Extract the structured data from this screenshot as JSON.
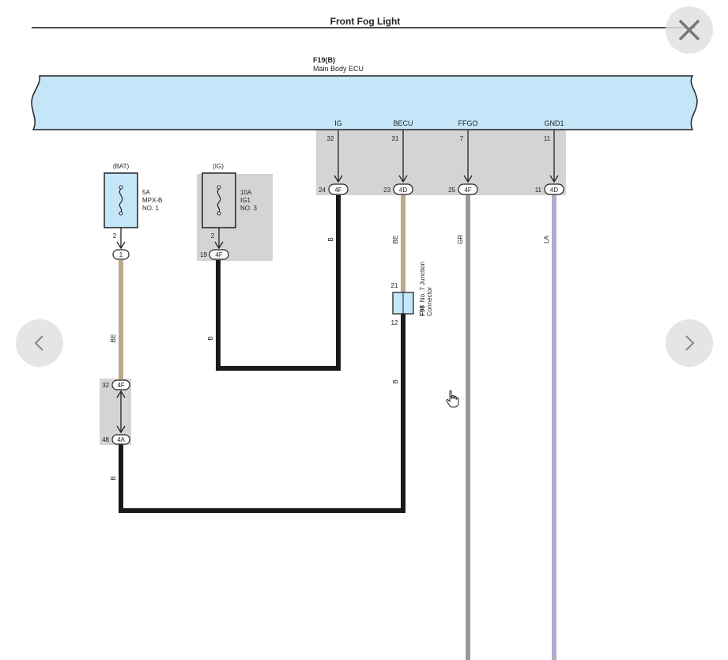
{
  "title": "Front Fog Light",
  "ecu": {
    "code": "F19(B)",
    "name": "Main Body ECU"
  },
  "ecu_terminals": [
    {
      "name": "IG",
      "pin": "32",
      "connector_pin": "24",
      "connector": "4F",
      "wire": "B"
    },
    {
      "name": "BECU",
      "pin": "31",
      "connector_pin": "23",
      "connector": "4D",
      "wire": "BE"
    },
    {
      "name": "FFGO",
      "pin": "7",
      "connector_pin": "25",
      "connector": "4F",
      "wire": "GR"
    },
    {
      "name": "GND1",
      "pin": "11",
      "connector_pin": "11",
      "connector": "4D",
      "wire": "LA"
    }
  ],
  "fuse_bat": {
    "header": "(BAT)",
    "amp": "5A",
    "name": "MPX-B",
    "number": "NO. 1",
    "pin": "2",
    "connector": "1"
  },
  "fuse_ig": {
    "header": "(IG)",
    "amp": "10A",
    "name": "IG1",
    "number": "NO. 3",
    "pin": "2",
    "connector_pin": "19",
    "connector": "4F"
  },
  "junction": {
    "code": "F98",
    "line1": "No. 7 Junction",
    "line2": "Connector",
    "pin_top": "21",
    "pin_bottom": "12"
  },
  "splice": {
    "pin_top": "32",
    "conn_top": "4F",
    "pin_bottom": "48",
    "conn_bottom": "4A"
  },
  "wire_labels": {
    "bat_be": "BE",
    "splice_b": "B",
    "ig_b": "B",
    "ecu_ig_b": "B",
    "becu_be": "BE",
    "junction_b": "B",
    "ffgo_gr": "GR",
    "gnd_la": "LA"
  },
  "colors": {
    "ecu_fill": "#c4e6f8",
    "connector_shade": "#d4d4d4",
    "wire_b": "#1a1a1a",
    "wire_be": "#bca88c",
    "wire_gr": "#9a9a9a",
    "wire_la": "#b2adc9"
  },
  "controls": {
    "prev": "chevron-left-icon",
    "next": "chevron-right-icon",
    "close": "close-icon"
  }
}
